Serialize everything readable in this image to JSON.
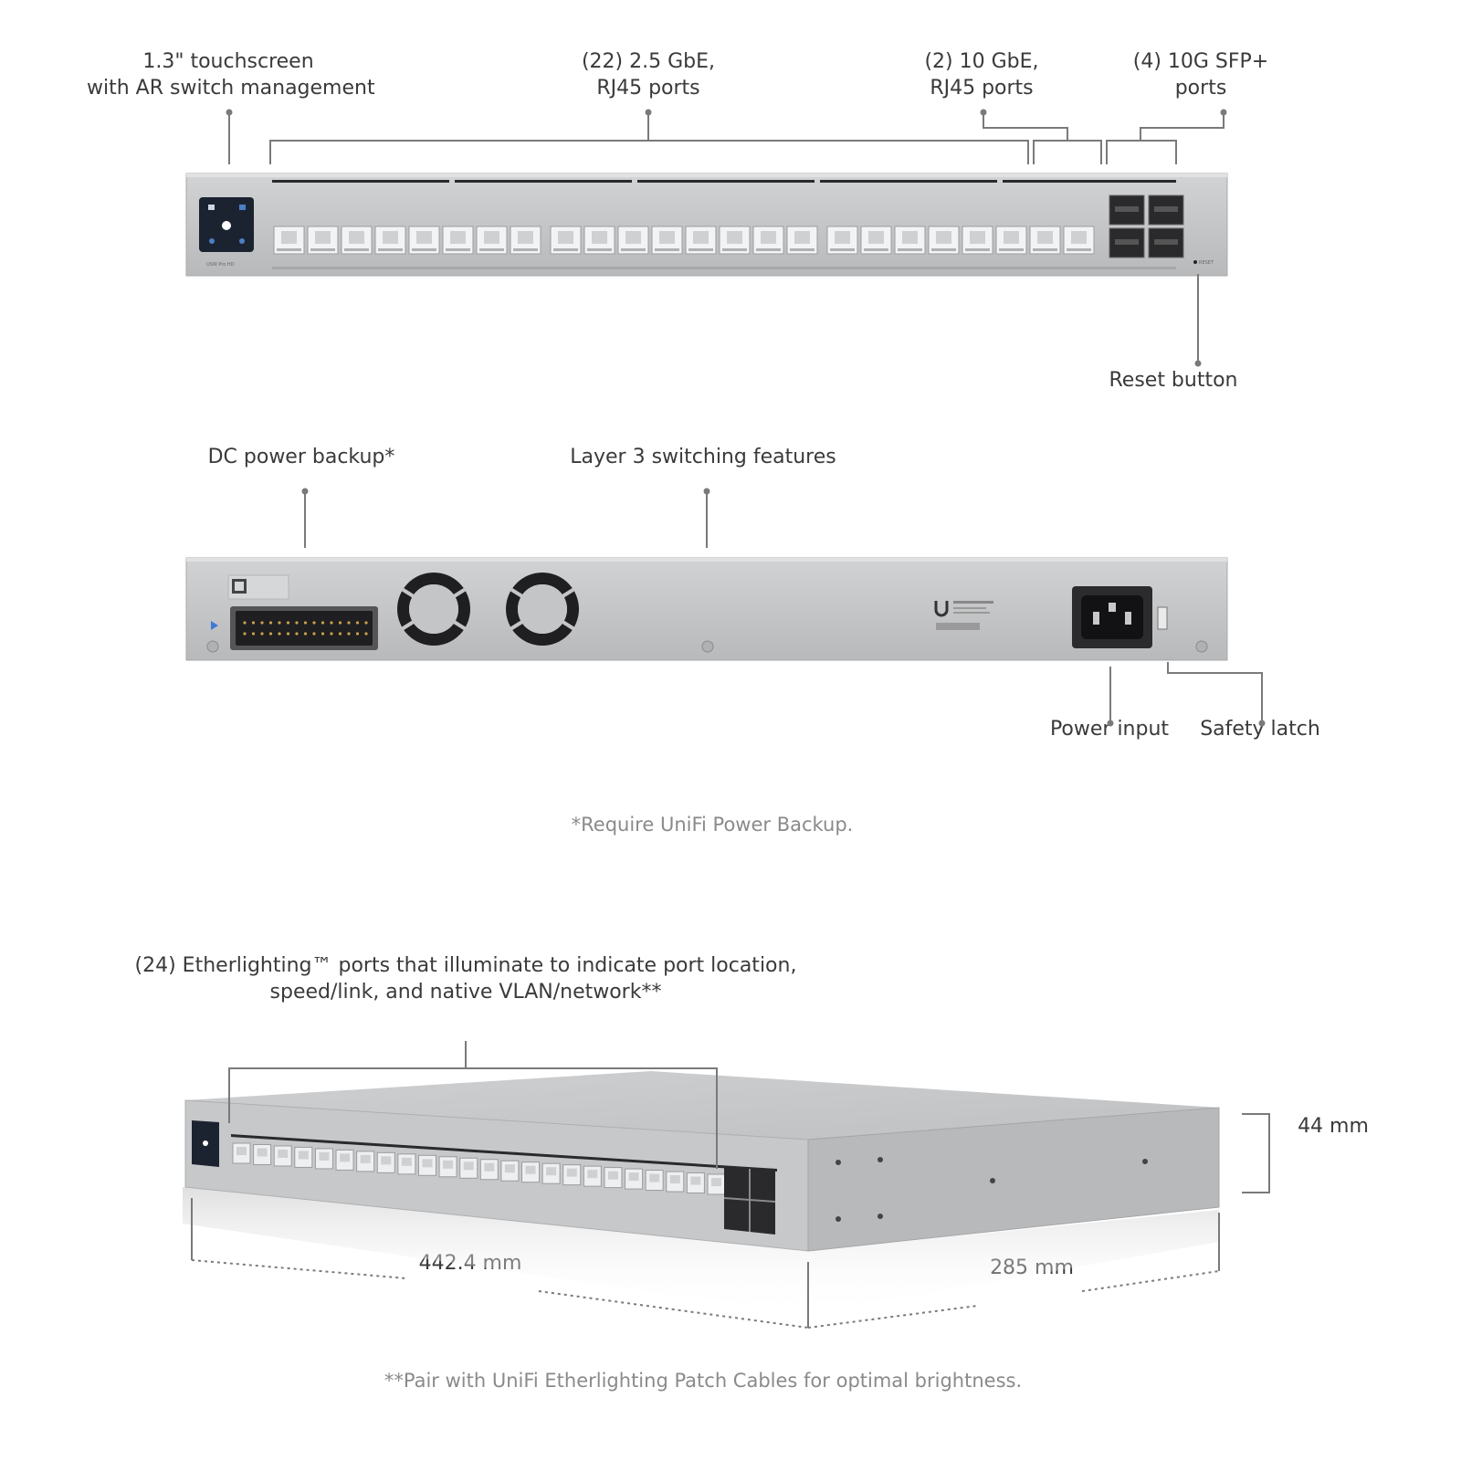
{
  "front_view": {
    "touchscreen_label": [
      "1.3\" touchscreen",
      "with AR switch management"
    ],
    "rj45_25g_label": [
      "(22) 2.5 GbE,",
      "RJ45 ports"
    ],
    "rj45_10g_label": [
      "(2) 10 GbE,",
      "RJ45 ports"
    ],
    "sfp_label": [
      "(4) 10G SFP+",
      "ports"
    ],
    "reset_label": "Reset button",
    "model_text": "USW Pro HD",
    "reset_tag": "RESET"
  },
  "rear_view": {
    "dc_label": "DC power backup*",
    "l3_label": "Layer 3 switching features",
    "power_label": "Power input",
    "latch_label": "Safety latch"
  },
  "footnote_1": "*Require UniFi Power Backup.",
  "iso_view": {
    "etherlighting_label": [
      "(24) Etherlighting™ ports that illuminate to indicate port location,",
      "speed/link, and native VLAN/network**"
    ],
    "height": "44 mm",
    "width": "442.4 mm",
    "depth": "285 mm"
  },
  "footnote_2": "**Pair with UniFi Etherlighting Patch Cables for optimal brightness.",
  "colors": {
    "chassis": "#c4c5c7",
    "chassis_dark": "#a9aaac",
    "port": "#f2f3f4",
    "callout_line": "#7a7a7a",
    "screen": "#1c2330"
  }
}
